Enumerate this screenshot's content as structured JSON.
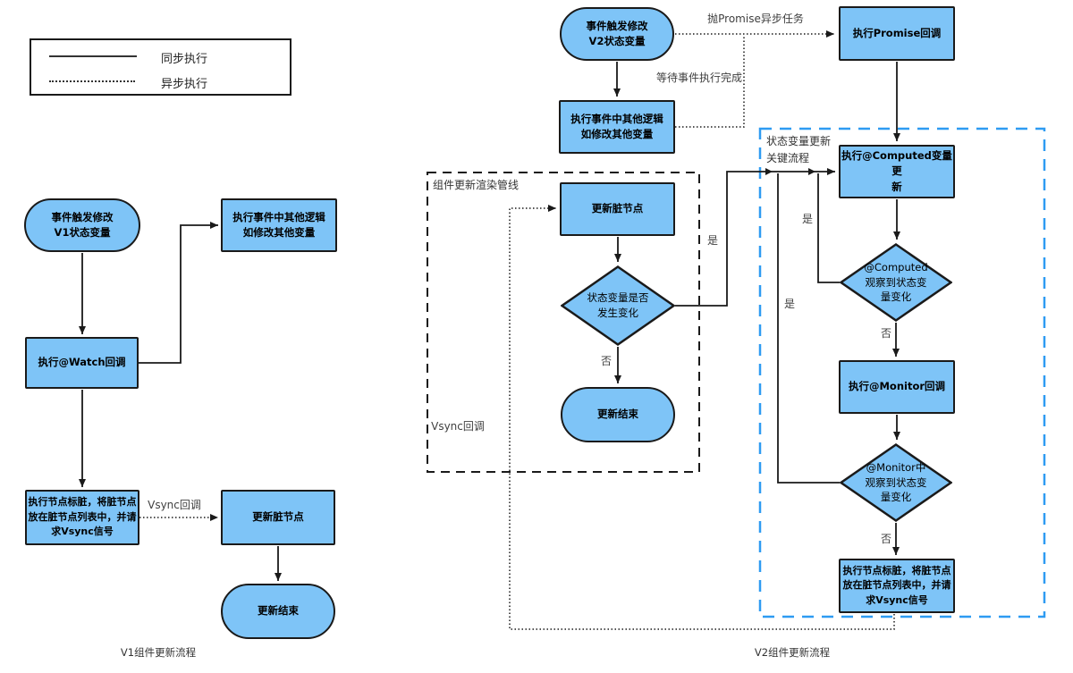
{
  "colors": {
    "node_fill": "#7EC4F7",
    "node_border": "#1a1a1a",
    "edge": "#1a1a1a",
    "blue_dashed_box": "#2E9BF2",
    "label_text": "#404040"
  },
  "legend": {
    "sync": "同步执行",
    "async": "异步执行"
  },
  "v1": {
    "caption": "V1组件更新流程",
    "nodes": {
      "start": "事件触发修改\nV1状态变量",
      "other_logic": "执行事件中其他逻辑\n如修改其他变量",
      "watch": "执行@Watch回调",
      "mark_dirty": "执行节点标脏，将脏节点\n放在脏节点列表中，并请\n求Vsync信号",
      "update_dirty": "更新脏节点",
      "end": "更新结束"
    },
    "edge_labels": {
      "vsync": "Vsync回调"
    }
  },
  "v2": {
    "caption": "V2组件更新流程",
    "groups": {
      "pipeline": "组件更新渲染管线",
      "key_flow": "状态变量更新\n关键流程"
    },
    "nodes": {
      "start": "事件触发修改\nV2状态变量",
      "promise": "执行Promise回调",
      "other_logic": "执行事件中其他逻辑\n如修改其他变量",
      "update_dirty": "更新脏节点",
      "changed_diamond": "状态变量是否\n发生变化",
      "end": "更新结束",
      "computed_update": "执行@Computed变量更\n新",
      "computed_diamond": "@Computed\n观察到状态变\n量变化",
      "monitor": "执行@Monitor回调",
      "monitor_diamond": "@Monitor中\n观察到状态变\n量变化",
      "mark_dirty": "执行节点标脏，将脏节点\n放在脏节点列表中，并请\n求Vsync信号"
    },
    "edge_labels": {
      "throw_promise": "抛Promise异步任务",
      "wait_event": "等待事件执行完成",
      "vsync": "Vsync回调",
      "yes": "是",
      "no": "否"
    }
  }
}
